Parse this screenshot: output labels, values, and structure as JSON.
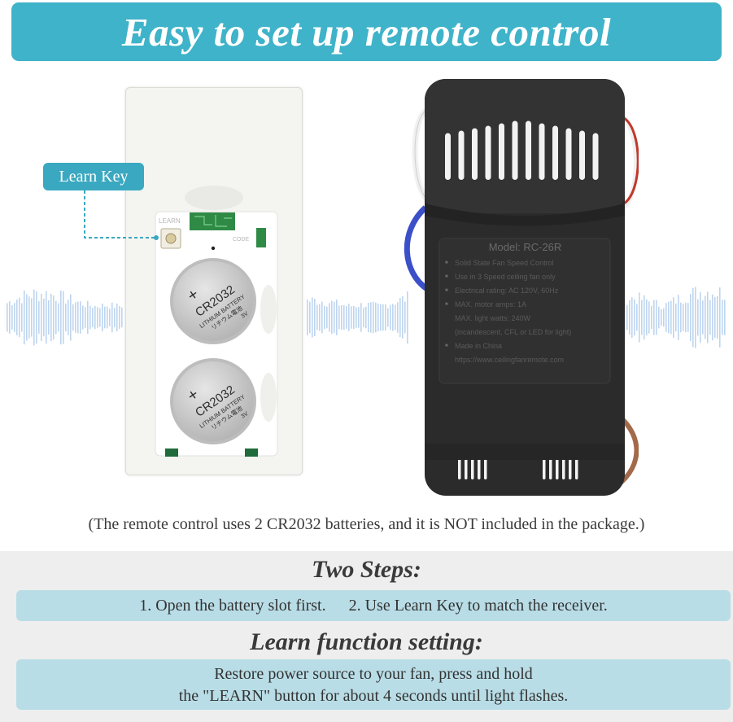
{
  "banner": {
    "title": "Easy to set up remote control"
  },
  "remote": {
    "learn_key_label": "Learn Key",
    "learn_text": "LEARN",
    "code_text": "CODE",
    "battery_model": "CR2032",
    "battery_line1": "LITHIUM BATTERY",
    "battery_line2": "リチウム電池",
    "battery_voltage": "3V",
    "battery_plus": "+"
  },
  "receiver": {
    "model": "Model: RC-26R",
    "lines": [
      "Solid State Fan Speed Control",
      "Use in 3 Speed ceiling fan only",
      "Electrical rating: AC 120V, 60Hz",
      "MAX. motor amps: 1A",
      "MAX. light watts: 240W",
      "(incandescent, CFL or LED for light)",
      "Made in China",
      "https://www.ceilingfanremote.com"
    ]
  },
  "note": "(The remote control uses 2 CR2032 batteries, and it is NOT included in the package.)",
  "steps": {
    "heading": "Two Steps:",
    "step1": "1. Open the battery slot first.",
    "step2": "2. Use Learn Key to match the receiver."
  },
  "learn_setting": {
    "heading": "Learn function setting:",
    "line1": "Restore power source to your fan, press and hold",
    "line2": "the \"LEARN\" button for about 4 seconds until light flashes."
  },
  "colors": {
    "banner": "#3fb3c9",
    "badge": "#3aa8c0",
    "bar": "#b9dde6",
    "receiver_body": "#2b2b2b"
  }
}
